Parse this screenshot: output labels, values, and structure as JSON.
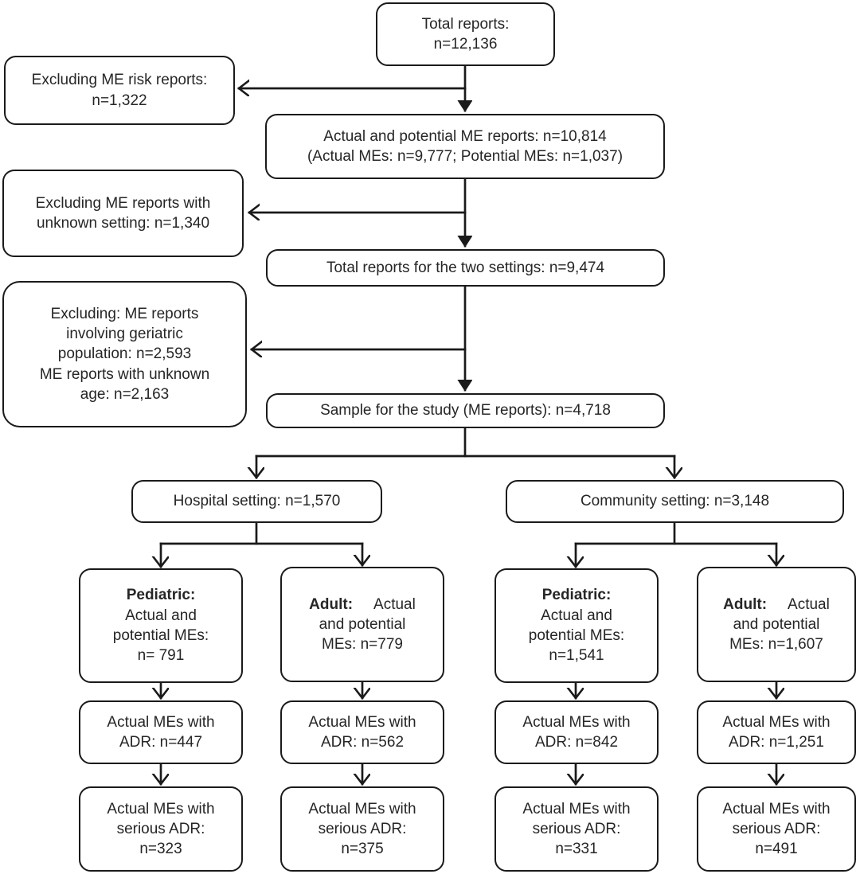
{
  "diagram": {
    "title": "Study sample selection flowchart (medication error reports)",
    "colors": {
      "ink": "#1a1a1a",
      "text": "#262626",
      "background": "#ffffff"
    },
    "boxes": {
      "total_reports": {
        "lines": [
          "Total reports:",
          "n=12,136"
        ]
      },
      "excluding_risk": {
        "lines": [
          "Excluding ME risk reports:",
          "n=1,322"
        ]
      },
      "actual_potential": {
        "lines": [
          "Actual and potential ME reports: n=10,814",
          "(Actual MEs: n=9,777; Potential MEs: n=1,037)"
        ]
      },
      "excluding_setting": {
        "lines": [
          "Excluding ME reports with",
          "unknown setting: n=1,340"
        ]
      },
      "total_two_settings": {
        "lines": [
          "Total reports for the two settings: n=9,474"
        ]
      },
      "excluding_geriatric": {
        "lines": [
          "Excluding: ME reports",
          "involving geriatric",
          "population: n=2,593",
          "ME reports with unknown",
          "age: n=2,163"
        ]
      },
      "sample": {
        "lines": [
          "Sample for the study (ME reports): n=4,718"
        ]
      },
      "hospital": {
        "lines": [
          "Hospital setting: n=1,570"
        ]
      },
      "community": {
        "lines": [
          "Community setting: n=3,148"
        ]
      },
      "hospital_pediatric": {
        "bold": "Pediatric:",
        "lines": [
          "Actual and",
          "potential MEs:",
          "n= 791"
        ]
      },
      "hospital_adult": {
        "bold": "Adult:",
        "after_bold": "Actual",
        "lines": [
          "and potential",
          "MEs: n=779"
        ]
      },
      "community_pediatric": {
        "bold": "Pediatric:",
        "lines": [
          "Actual and",
          "potential MEs:",
          "n=1,541"
        ]
      },
      "community_adult": {
        "bold": "Adult:",
        "after_bold": "Actual",
        "lines": [
          "and potential",
          "MEs: n=1,607"
        ]
      },
      "hospital_pediatric_adr": {
        "lines": [
          "Actual MEs with",
          "ADR: n=447"
        ]
      },
      "hospital_adult_adr": {
        "lines": [
          "Actual MEs with",
          "ADR: n=562"
        ]
      },
      "community_pediatric_adr": {
        "lines": [
          "Actual MEs with",
          "ADR: n=842"
        ]
      },
      "community_adult_adr": {
        "lines": [
          "Actual MEs with",
          "ADR: n=1,251"
        ]
      },
      "hospital_pediatric_serious": {
        "lines": [
          "Actual MEs with",
          "serious ADR:",
          "n=323"
        ]
      },
      "hospital_adult_serious": {
        "lines": [
          "Actual MEs with",
          "serious ADR:",
          "n=375"
        ]
      },
      "community_pediatric_serious": {
        "lines": [
          "Actual MEs with",
          "serious ADR:",
          "n=331"
        ]
      },
      "community_adult_serious": {
        "lines": [
          "Actual MEs with",
          "serious ADR:",
          "n=491"
        ]
      }
    }
  }
}
